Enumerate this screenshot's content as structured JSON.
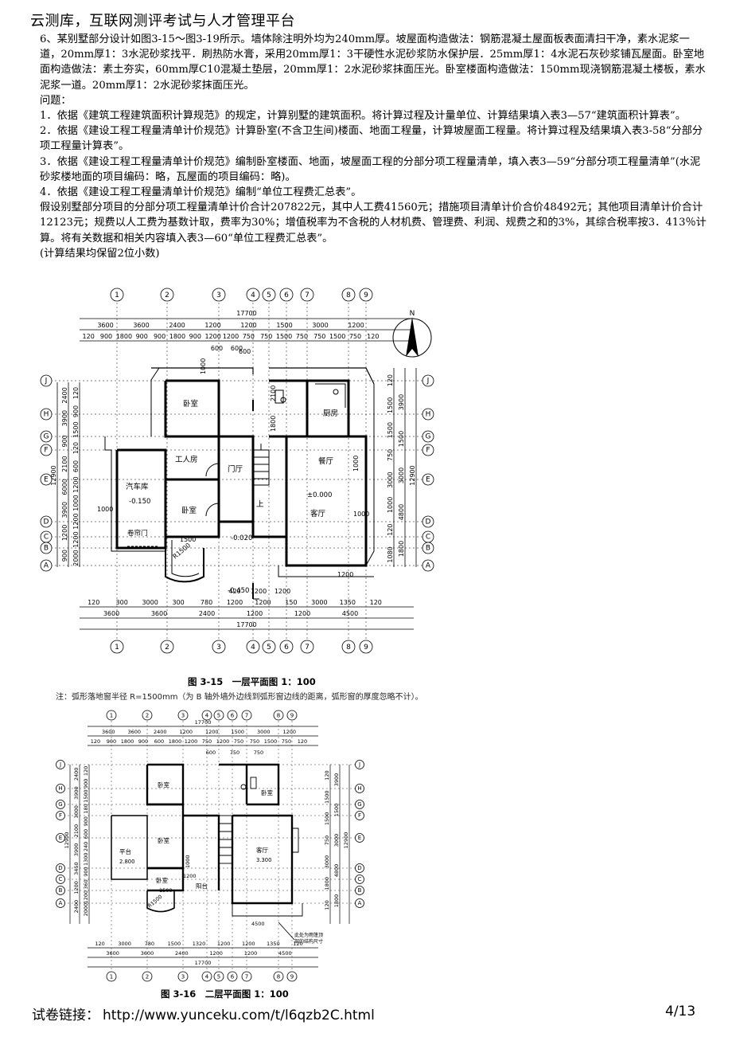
{
  "header": {
    "title": "云测库，互联网测评考试与人才管理平台"
  },
  "question": {
    "intro": "6、某别墅部分设计如图3-15～图3-19所示。墙体除注明外均为240mm厚。坡屋面构造做法：钢筋混凝土屋面板表面清扫干净，素水泥浆一道，20mm厚1：3水泥砂浆找平．刷热防水膏，采用20mm厚1：3干硬性水泥砂浆防水保护层．25mm厚1：4水泥石灰砂浆铺瓦屋面。卧室地面构造做法：素土夯实，60mm厚C10混凝土垫层，20mm厚1：2水泥砂浆抹面压光。卧室楼面构造做法：150mm现浇钢筋混凝土楼板，素水泥浆一道。20mm厚1：2水泥砂浆抹面压光。",
    "label": "问题：",
    "items": [
      "1．依据《建筑工程建筑面积计算规范》的规定，计算别墅的建筑面积。将计算过程及计量单位、计算结果填入表3—57“建筑面积计算表”。",
      "2．依据《建设工程工程量清单计价规范》计算卧室(不含卫生间)楼面、地面工程量，计算坡屋面工程量。将计算过程及结果填入表3-58“分部分项工程量计算表”。",
      "3．依据《建设工程工程量清单计价规范》编制卧室楼面、地面，坡屋面工程的分部分项工程量清单，填入表3—59“分部分项工程量清单”(水泥砂浆楼地面的项目编码：略，瓦屋面的项目编码：略)。",
      "4．依据《建设工程工程量清单计价规范》编制“单位工程费汇总表”。"
    ],
    "assumption": "假设别墅部分项目的分部分项工程量清单计价合计207822元，其中人工费41560元；措施项目清单计价合价48492元；其他项目清单计价合计12123元；规费以人工费为基数计取，费率为30%；增值税率为不含税的人材机费、管理费、利润、规费之和的3%，其综合税率按3．413％计算。将有关数据和相关内容填入表3—60“单位工程费汇总表”。",
    "note": "(计算结果均保留2位小数)"
  },
  "figure1": {
    "axes_top": [
      "1",
      "2",
      "3",
      "4",
      "5",
      "6",
      "7",
      "8",
      "9"
    ],
    "axes_side": [
      "J",
      "H",
      "G",
      "F",
      "E",
      "D",
      "C",
      "B",
      "A"
    ],
    "total": "17700",
    "top_dims_row1": [
      "3600",
      "3600",
      "2400",
      "1200",
      "1200",
      "1500",
      "3000",
      "1200"
    ],
    "top_dims_row2": [
      "120",
      "900",
      "1800",
      "900",
      "900",
      "1800",
      "900",
      "1200",
      "1200",
      "750",
      "750",
      "1500",
      "750",
      "750",
      "1500",
      "750",
      "120"
    ],
    "top_dims_row3": [
      "600",
      "600"
    ],
    "left_dims_outer": [
      "12900"
    ],
    "left_dims_mid": [
      "2400",
      "3900",
      "900",
      "2100",
      "6000",
      "3900",
      "1200",
      "900"
    ],
    "left_dims_inner": [
      "120",
      "900",
      "1500",
      "120",
      "600",
      "1200",
      "1000",
      "1200",
      "1200",
      "2000"
    ],
    "right_dims_outer": [
      "12900"
    ],
    "right_dims_mid": [
      "3900",
      "1500",
      "3000",
      "4800",
      "1800"
    ],
    "right_dims_inner": [
      "120",
      "1500",
      "1500",
      "750",
      "3000",
      "1000",
      "120",
      "1080"
    ],
    "bottom_dims_row1": [
      "120",
      "300",
      "3000",
      "300",
      "780",
      "1200",
      "1200",
      "150",
      "3000",
      "1350",
      "120"
    ],
    "bottom_dims_row2": [
      "3600",
      "3600",
      "2400",
      "1200",
      "1200",
      "4500"
    ],
    "bottom_total": "17700",
    "bottom_misc": [
      "420",
      "1200",
      "1200"
    ],
    "rooms": {
      "bedroom1": "卧室",
      "worker": "工人房",
      "garage": "汽车库",
      "garage_level": "-0.150",
      "rolling_door": "卷帘门",
      "bedroom2": "卧室",
      "hall": "门厅",
      "up": "上",
      "kitchen": "厨房",
      "dining": "餐厅",
      "living": "客厅",
      "level_main": "±0.000",
      "level_entry": "-0.020",
      "level_out": "-0.450"
    },
    "misc_dims": [
      "1000",
      "2100",
      "1800",
      "1000",
      "1000",
      "1000",
      "1200",
      "1500",
      "R1500",
      "600"
    ],
    "north": "N",
    "caption": "图 3-15　一层平面图 1：100",
    "note": "注：弧形落地窗半径 R=1500mm（为 B 轴外墙外边线到弧形窗边线的距离，弧形窗的厚度忽略不计）。"
  },
  "figure2": {
    "axes_top": [
      "1",
      "2",
      "3",
      "4",
      "5",
      "6",
      "7",
      "8",
      "9"
    ],
    "axes_side": [
      "J",
      "H",
      "G",
      "F",
      "E",
      "D",
      "C",
      "B",
      "A"
    ],
    "total": "17700",
    "top_dims_row1": [
      "3600",
      "3600",
      "2400",
      "1200",
      "1200",
      "1500",
      "3000",
      "1200"
    ],
    "top_dims_row2": [
      "120",
      "900",
      "1800",
      "900",
      "600",
      "1800",
      "1200",
      "750",
      "1200",
      "750",
      "750",
      "1500",
      "750",
      "120"
    ],
    "top_dims_row3": [
      "600",
      "750",
      "750"
    ],
    "left_dims_outer": [
      "12900"
    ],
    "left_dims_mid": [
      "2400",
      "3900",
      "3000",
      "2100",
      "3900",
      "3450",
      "1200",
      "2400"
    ],
    "left_dims_inner": [
      "120",
      "900",
      "1500",
      "180",
      "900",
      "600",
      "240",
      "1300",
      "900",
      "360",
      "1200",
      "2000"
    ],
    "right_dims_outer": [
      "12900"
    ],
    "right_dims_mid": [
      "3900",
      "1500",
      "3000",
      "4800",
      "1800"
    ],
    "right_dims_inner": [
      "120",
      "1500",
      "1500",
      "750",
      "3000",
      "1800",
      "120"
    ],
    "bottom_dims_row1": [
      "120",
      "3000",
      "780",
      "1500",
      "1320",
      "1200",
      "1200",
      "1350",
      "120"
    ],
    "bottom_dims_row2": [
      "3600",
      "3600",
      "2400",
      "1200",
      "1200",
      "4500"
    ],
    "bottom_total": "17700",
    "bottom_misc": [
      "4500"
    ],
    "rooms": {
      "bedroom1": "卧室",
      "bedroom2": "卧室",
      "bedroom3": "卧室",
      "bedroom4": "卧室",
      "terrace": "平台",
      "terrace_level": "2.800",
      "living": "客厅",
      "living_level": "3.300",
      "balcony": "阳台"
    },
    "misc_dims": [
      "1500",
      "R1500",
      "1200",
      "1000"
    ],
    "annotation": [
      "此处为雨篷顶",
      "部的结构尺寸"
    ],
    "caption": "图 3-16　二层平面图 1：100"
  },
  "footer": {
    "label": "试卷链接：",
    "url": "http://www.yunceku.com/t/l6qzb2C.html",
    "page": "4/13"
  }
}
